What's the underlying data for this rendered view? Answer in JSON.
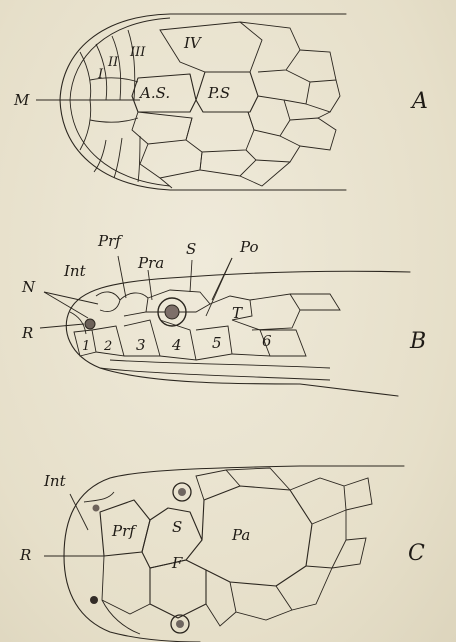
{
  "figure_a": {
    "letter": "A",
    "labels": {
      "M": "M",
      "I": "I",
      "II": "II",
      "III": "III",
      "IV": "IV",
      "AS": "A.S.",
      "PS": "P.S"
    }
  },
  "figure_b": {
    "letter": "B",
    "labels": {
      "N": "N",
      "Int": "Int",
      "Prf": "Prf",
      "Pra": "Pra",
      "S": "S",
      "Po": "Po",
      "R": "R",
      "T": "T",
      "n1": "1",
      "n2": "2",
      "n3": "3",
      "n4": "4",
      "n5": "5",
      "n6": "6"
    }
  },
  "figure_c": {
    "letter": "C",
    "labels": {
      "Int": "Int",
      "R": "R",
      "Prf": "Prf",
      "S": "S",
      "F": "F",
      "Pa": "Pa"
    }
  }
}
